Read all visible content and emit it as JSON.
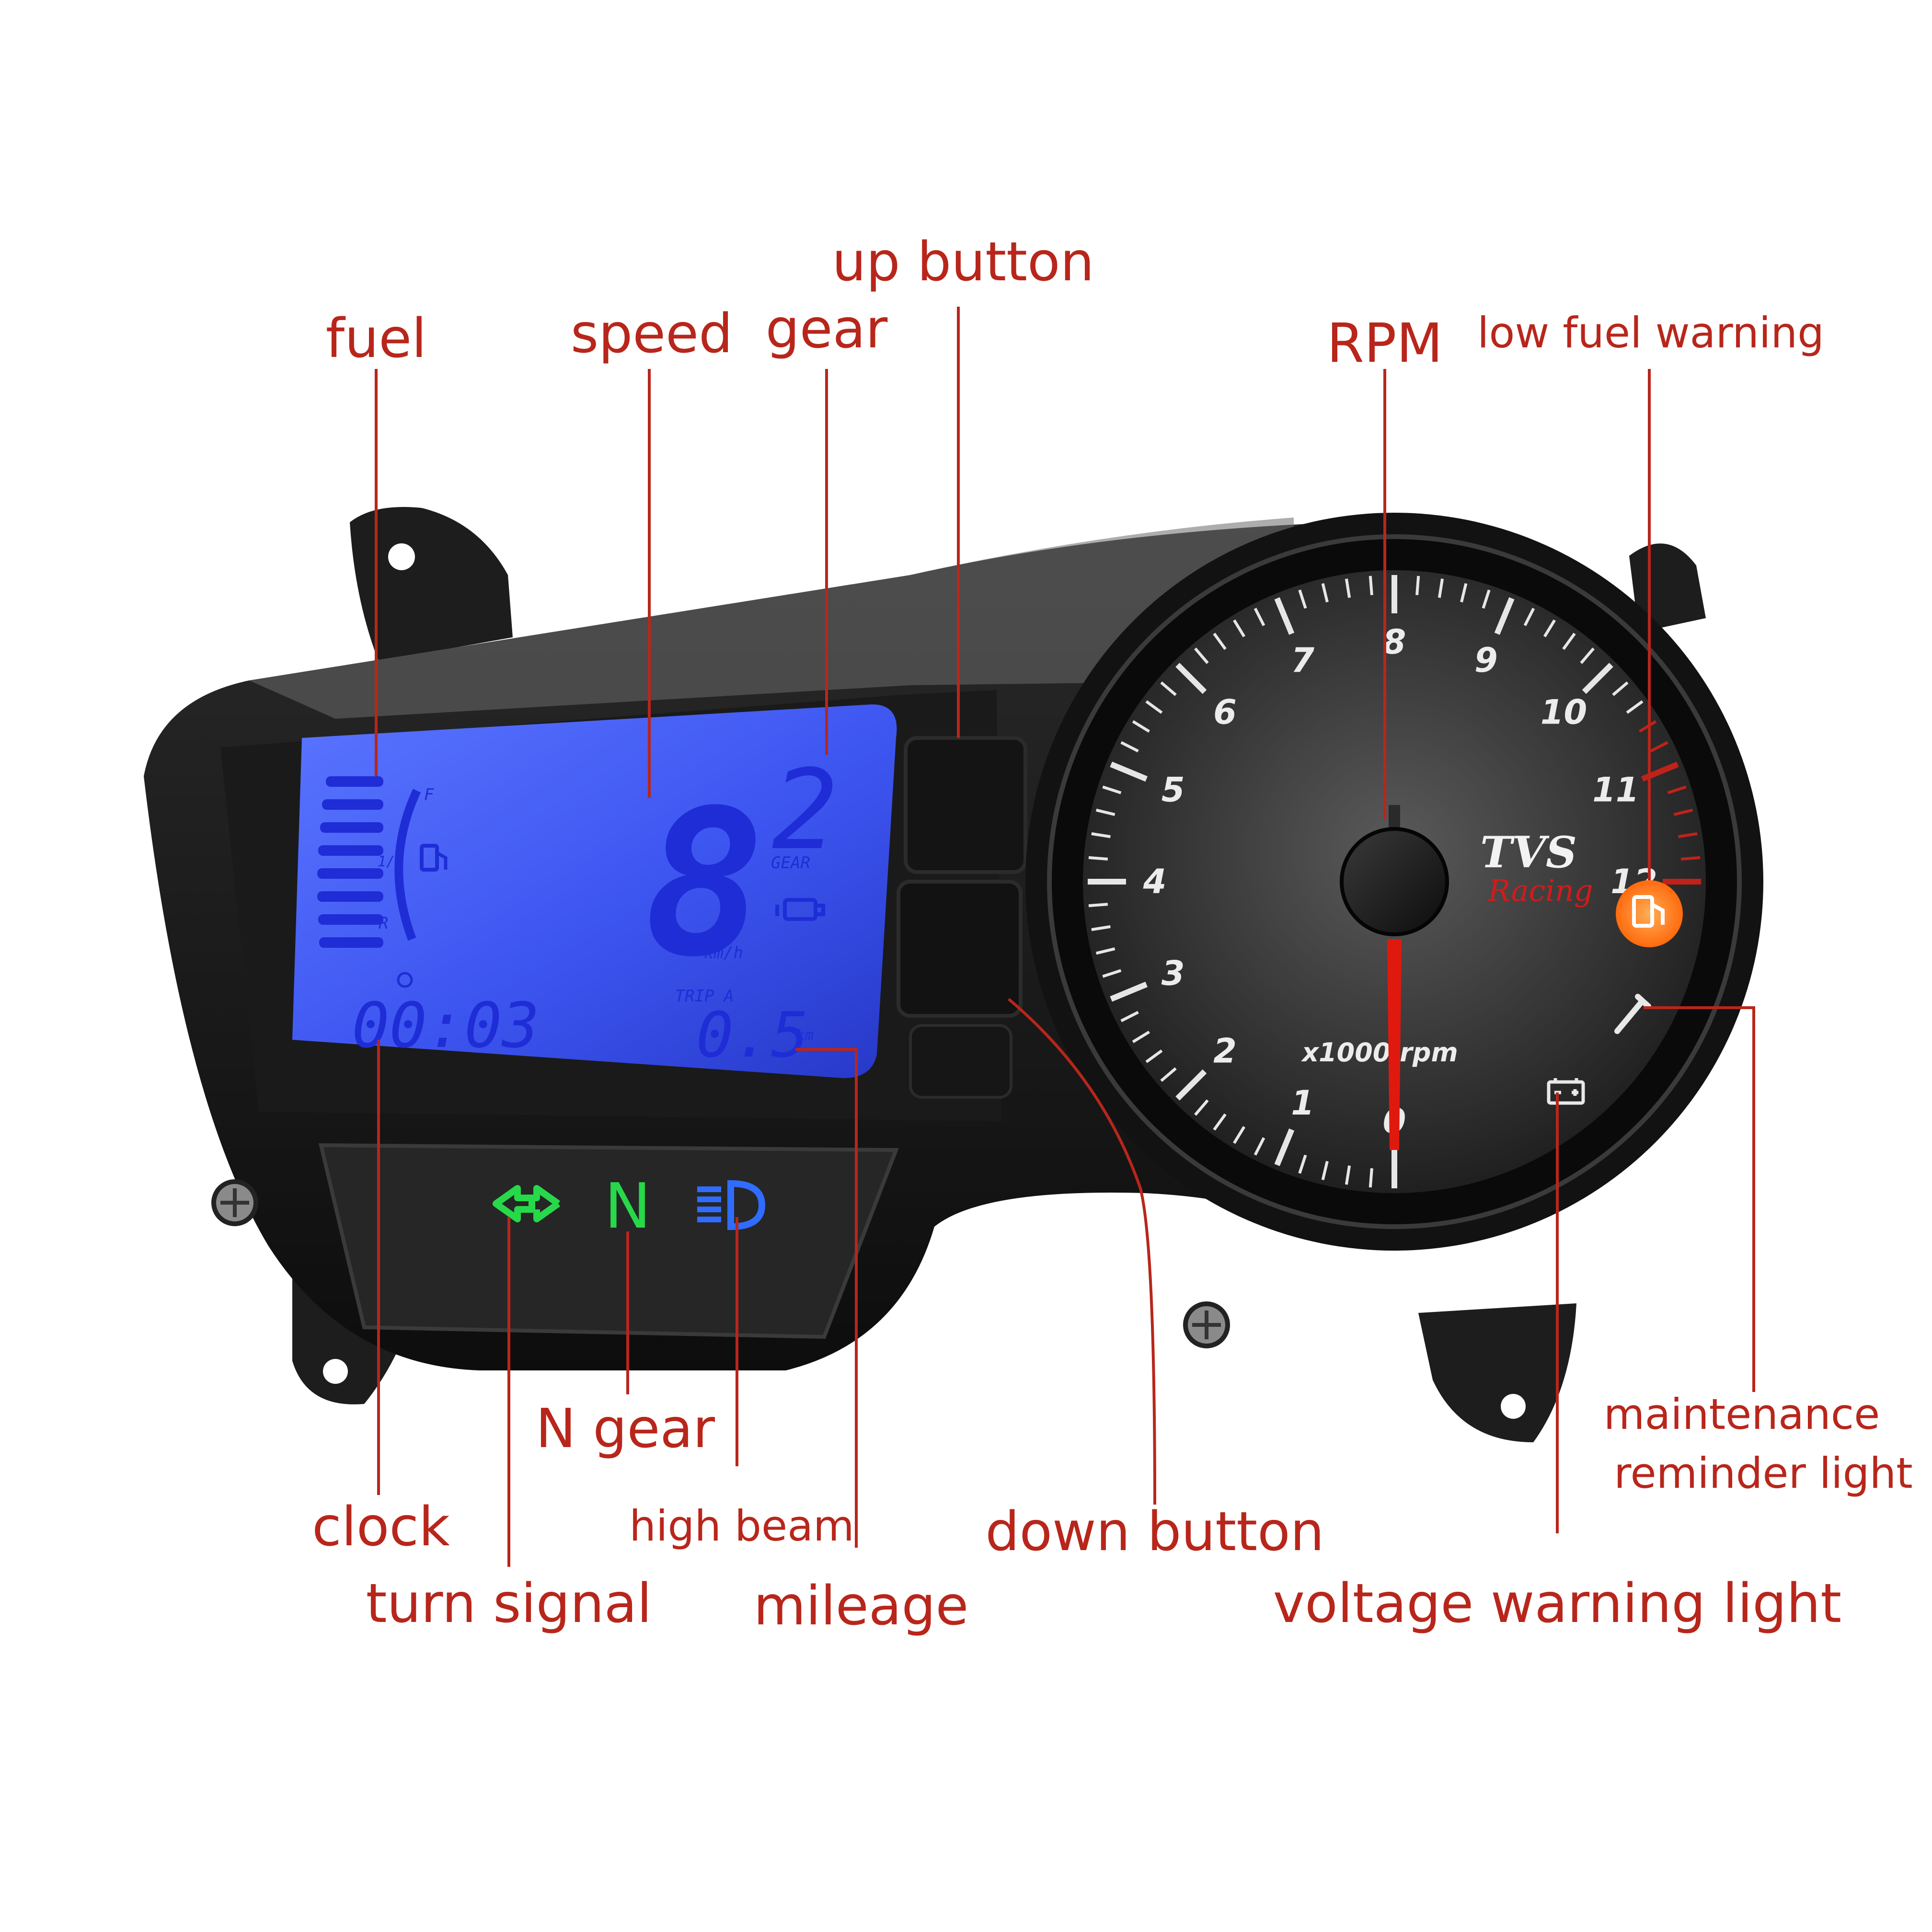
{
  "labels": {
    "fuel": "fuel",
    "speed": "speed",
    "gear": "gear",
    "up_button": "up button",
    "rpm": "RPM",
    "low_fuel_warning": "low fuel warning",
    "maintenance_line1": "maintenance",
    "maintenance_line2": "reminder light",
    "clock": "clock",
    "turn_signal": "turn signal",
    "n_gear": "N gear",
    "high_beam": "high beam",
    "mileage": "mileage",
    "down_button": "down button",
    "voltage_warning_light": "voltage warning light"
  },
  "lcd": {
    "fuel_full": "F",
    "fuel_half": "1/2",
    "fuel_reserve": "R",
    "speed_value": "8",
    "speed_unit": "km/h",
    "gear_value": "2",
    "gear_label": "GEAR",
    "clock_value": "00:03",
    "trip_label": "TRIP A",
    "trip_value": "0.5",
    "trip_unit": "km"
  },
  "indicators": {
    "neutral": "N"
  },
  "tachometer": {
    "numbers": [
      "0",
      "1",
      "2",
      "3",
      "4",
      "5",
      "6",
      "7",
      "8",
      "9",
      "10",
      "11",
      "12"
    ],
    "unit": "x1000 rpm",
    "brand": "TVS",
    "brand_sub": "Racing"
  },
  "colors": {
    "label": "#b8261b",
    "lcd_blue": "#3a57f5",
    "indicator_green": "#27d84a",
    "high_beam_blue": "#2f6cff",
    "low_fuel_orange": "#ff7a1c",
    "needle_red": "#e0190f"
  }
}
